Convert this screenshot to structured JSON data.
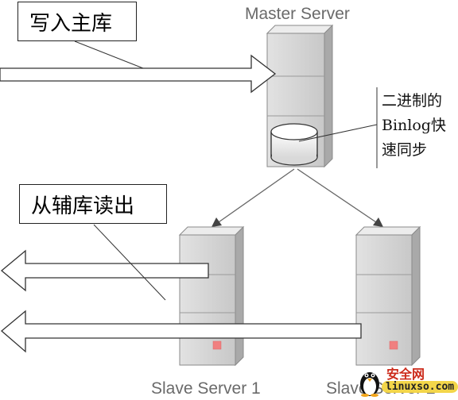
{
  "callouts": {
    "write_master": "写入主库",
    "read_slave": "从辅库读出"
  },
  "servers": {
    "master": {
      "label": "Master Server"
    },
    "slave1": {
      "label": "Slave Server 1"
    },
    "slave2": {
      "label": "Slave Server 2"
    }
  },
  "note": {
    "line1": "二进制的",
    "line2": "Binlog快",
    "line3": "速同步"
  },
  "watermark": {
    "title": "安全网",
    "url": "linuxso.com"
  },
  "colors": {
    "server_body": "#d4d4d4",
    "server_side": "#a9a9a9",
    "indicator": "#f08080",
    "label": "#6a6a6a"
  }
}
